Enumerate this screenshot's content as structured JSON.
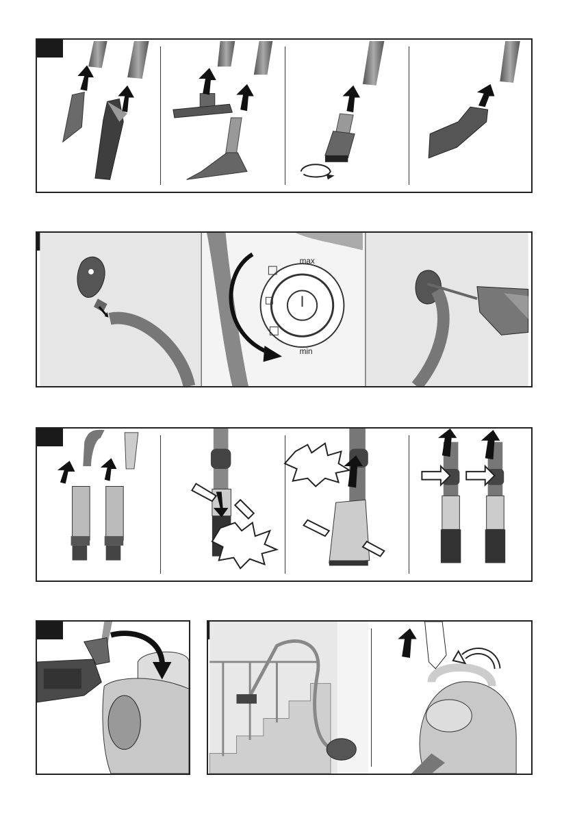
{
  "dial": {
    "max_label": "max",
    "min_label": "min"
  },
  "colors": {
    "ink": "#1a1a1a",
    "tool_dark": "#4a4a4a",
    "tube": "#8a8a8a",
    "arrow": "#111111",
    "bg_gray": "#e6e6e6"
  },
  "panels": [
    {
      "name": "accessories",
      "icons": [
        "crevice-tool",
        "upholstery-nozzle",
        "floor-nozzle",
        "dusting-brush",
        "wide-nozzle"
      ]
    },
    {
      "name": "suction-power",
      "icons": [
        "hose-handle",
        "power-dial",
        "drill-attachment"
      ]
    },
    {
      "name": "telescopic-tube",
      "icons": [
        "tube-connector",
        "release-button",
        "click-sound"
      ]
    },
    {
      "name": "parking",
      "icons": [
        "vacuum-parking"
      ]
    },
    {
      "name": "stairs-carry",
      "icons": [
        "stairs-cleaning",
        "carry-handle"
      ]
    }
  ]
}
